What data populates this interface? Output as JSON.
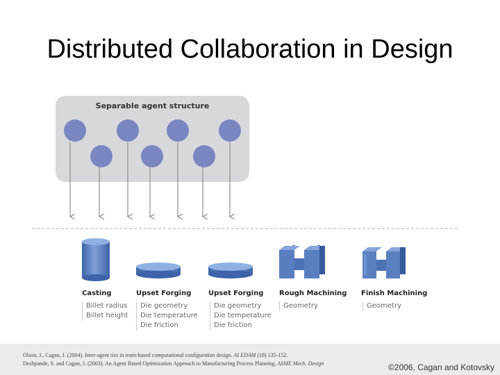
{
  "title": "Distributed Collaboration in Design",
  "agent_box_label": "Separable agent structure",
  "stages": [
    {
      "title": "Casting",
      "params": [
        "Billet radius",
        "Billet height"
      ]
    },
    {
      "title": "Upset Forging",
      "params": [
        "Die geometry",
        "Die temperature",
        "Die friction"
      ]
    },
    {
      "title": "Upset Forging",
      "params": [
        "Die geometry",
        "Die temperature",
        "Die friction"
      ]
    },
    {
      "title": "Rough Machining",
      "params": [
        "Geometry"
      ]
    },
    {
      "title": "Finish Machining",
      "params": [
        "Geometry"
      ]
    }
  ],
  "references": [
    {
      "text": "Olson, J., Cagan, J. (2004). Inter-agent ties in team-based computational configuration design. ",
      "source": "AI EDAM",
      "tail": " (18) 135-152."
    },
    {
      "text": "Deshpande, S. and Cagan, J. (2003). An Agent Based Optimization Approach to Manufacturing Process Planning, ",
      "source": "ASME Mech. Design",
      "tail": ""
    }
  ],
  "copyright": "©2006, Cagan and Kotovsky",
  "colors": {
    "agent": "#7a86c0",
    "agent_box": "#d7d8dc",
    "part_blue": "#5a7fc0",
    "arrow": "#8c8c8c"
  }
}
